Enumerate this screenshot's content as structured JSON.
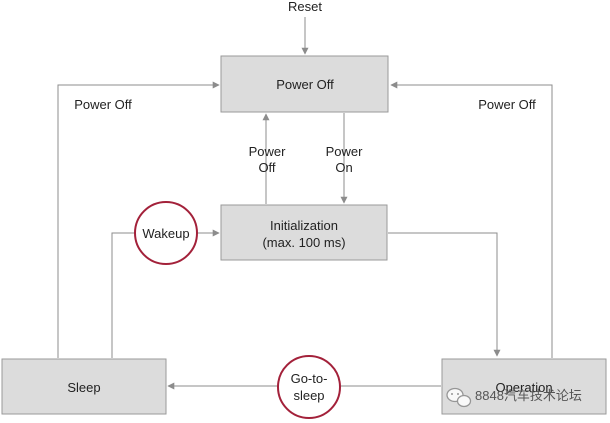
{
  "colors": {
    "box_fill": "#dcdcdc",
    "box_stroke": "#9a9a9a",
    "edge": "#8c8c8c",
    "event_ring": "#a3213a",
    "text": "#222222"
  },
  "states": {
    "power_off": "Power Off",
    "initialization_line1": "Initialization",
    "initialization_line2": "(max. 100 ms)",
    "sleep": "Sleep",
    "operation": "Operation"
  },
  "transitions": {
    "reset": "Reset",
    "power_off_left": "Power Off",
    "power_off_right": "Power Off",
    "power_off_up_line1": "Power",
    "power_off_up_line2": "Off",
    "power_on_line1": "Power",
    "power_on_line2": "On"
  },
  "events": {
    "wakeup": "Wakeup",
    "go_to_sleep_line1": "Go-to-",
    "go_to_sleep_line2": "sleep"
  },
  "watermark": {
    "icon": "wechat-icon",
    "text": "8848汽车技术论坛"
  }
}
